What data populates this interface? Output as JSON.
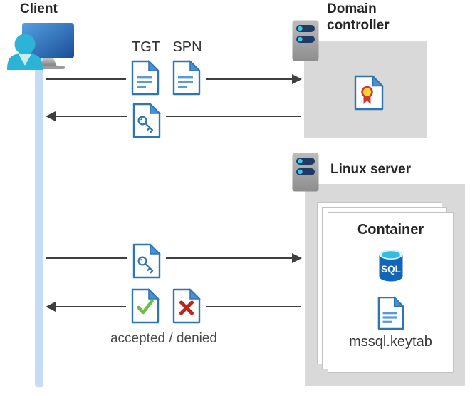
{
  "client": {
    "label": "Client"
  },
  "domain_controller": {
    "label": "Domain controller"
  },
  "linux_server": {
    "label": "Linux server"
  },
  "container": {
    "label": "Container",
    "sql_badge": "SQL",
    "keytab_file": "mssql.keytab"
  },
  "flow": {
    "tgt_label": "TGT",
    "spn_label": "SPN",
    "result_label": "accepted / denied"
  },
  "colors": {
    "doc_border": "#2e75b6",
    "doc_fold": "#4d8fd1",
    "doc_lines": "#5b9bd5",
    "accept_green": "#6ebe45",
    "deny_red": "#bf241b",
    "arrow": "#3f3f3f",
    "zone_gray": "#d9d9d9",
    "lifeline_blue": "#c5dcf4",
    "sql_blue": "#1166bb",
    "sql_cyan": "#35bce4",
    "person_cyan": "#2bb3d8"
  }
}
